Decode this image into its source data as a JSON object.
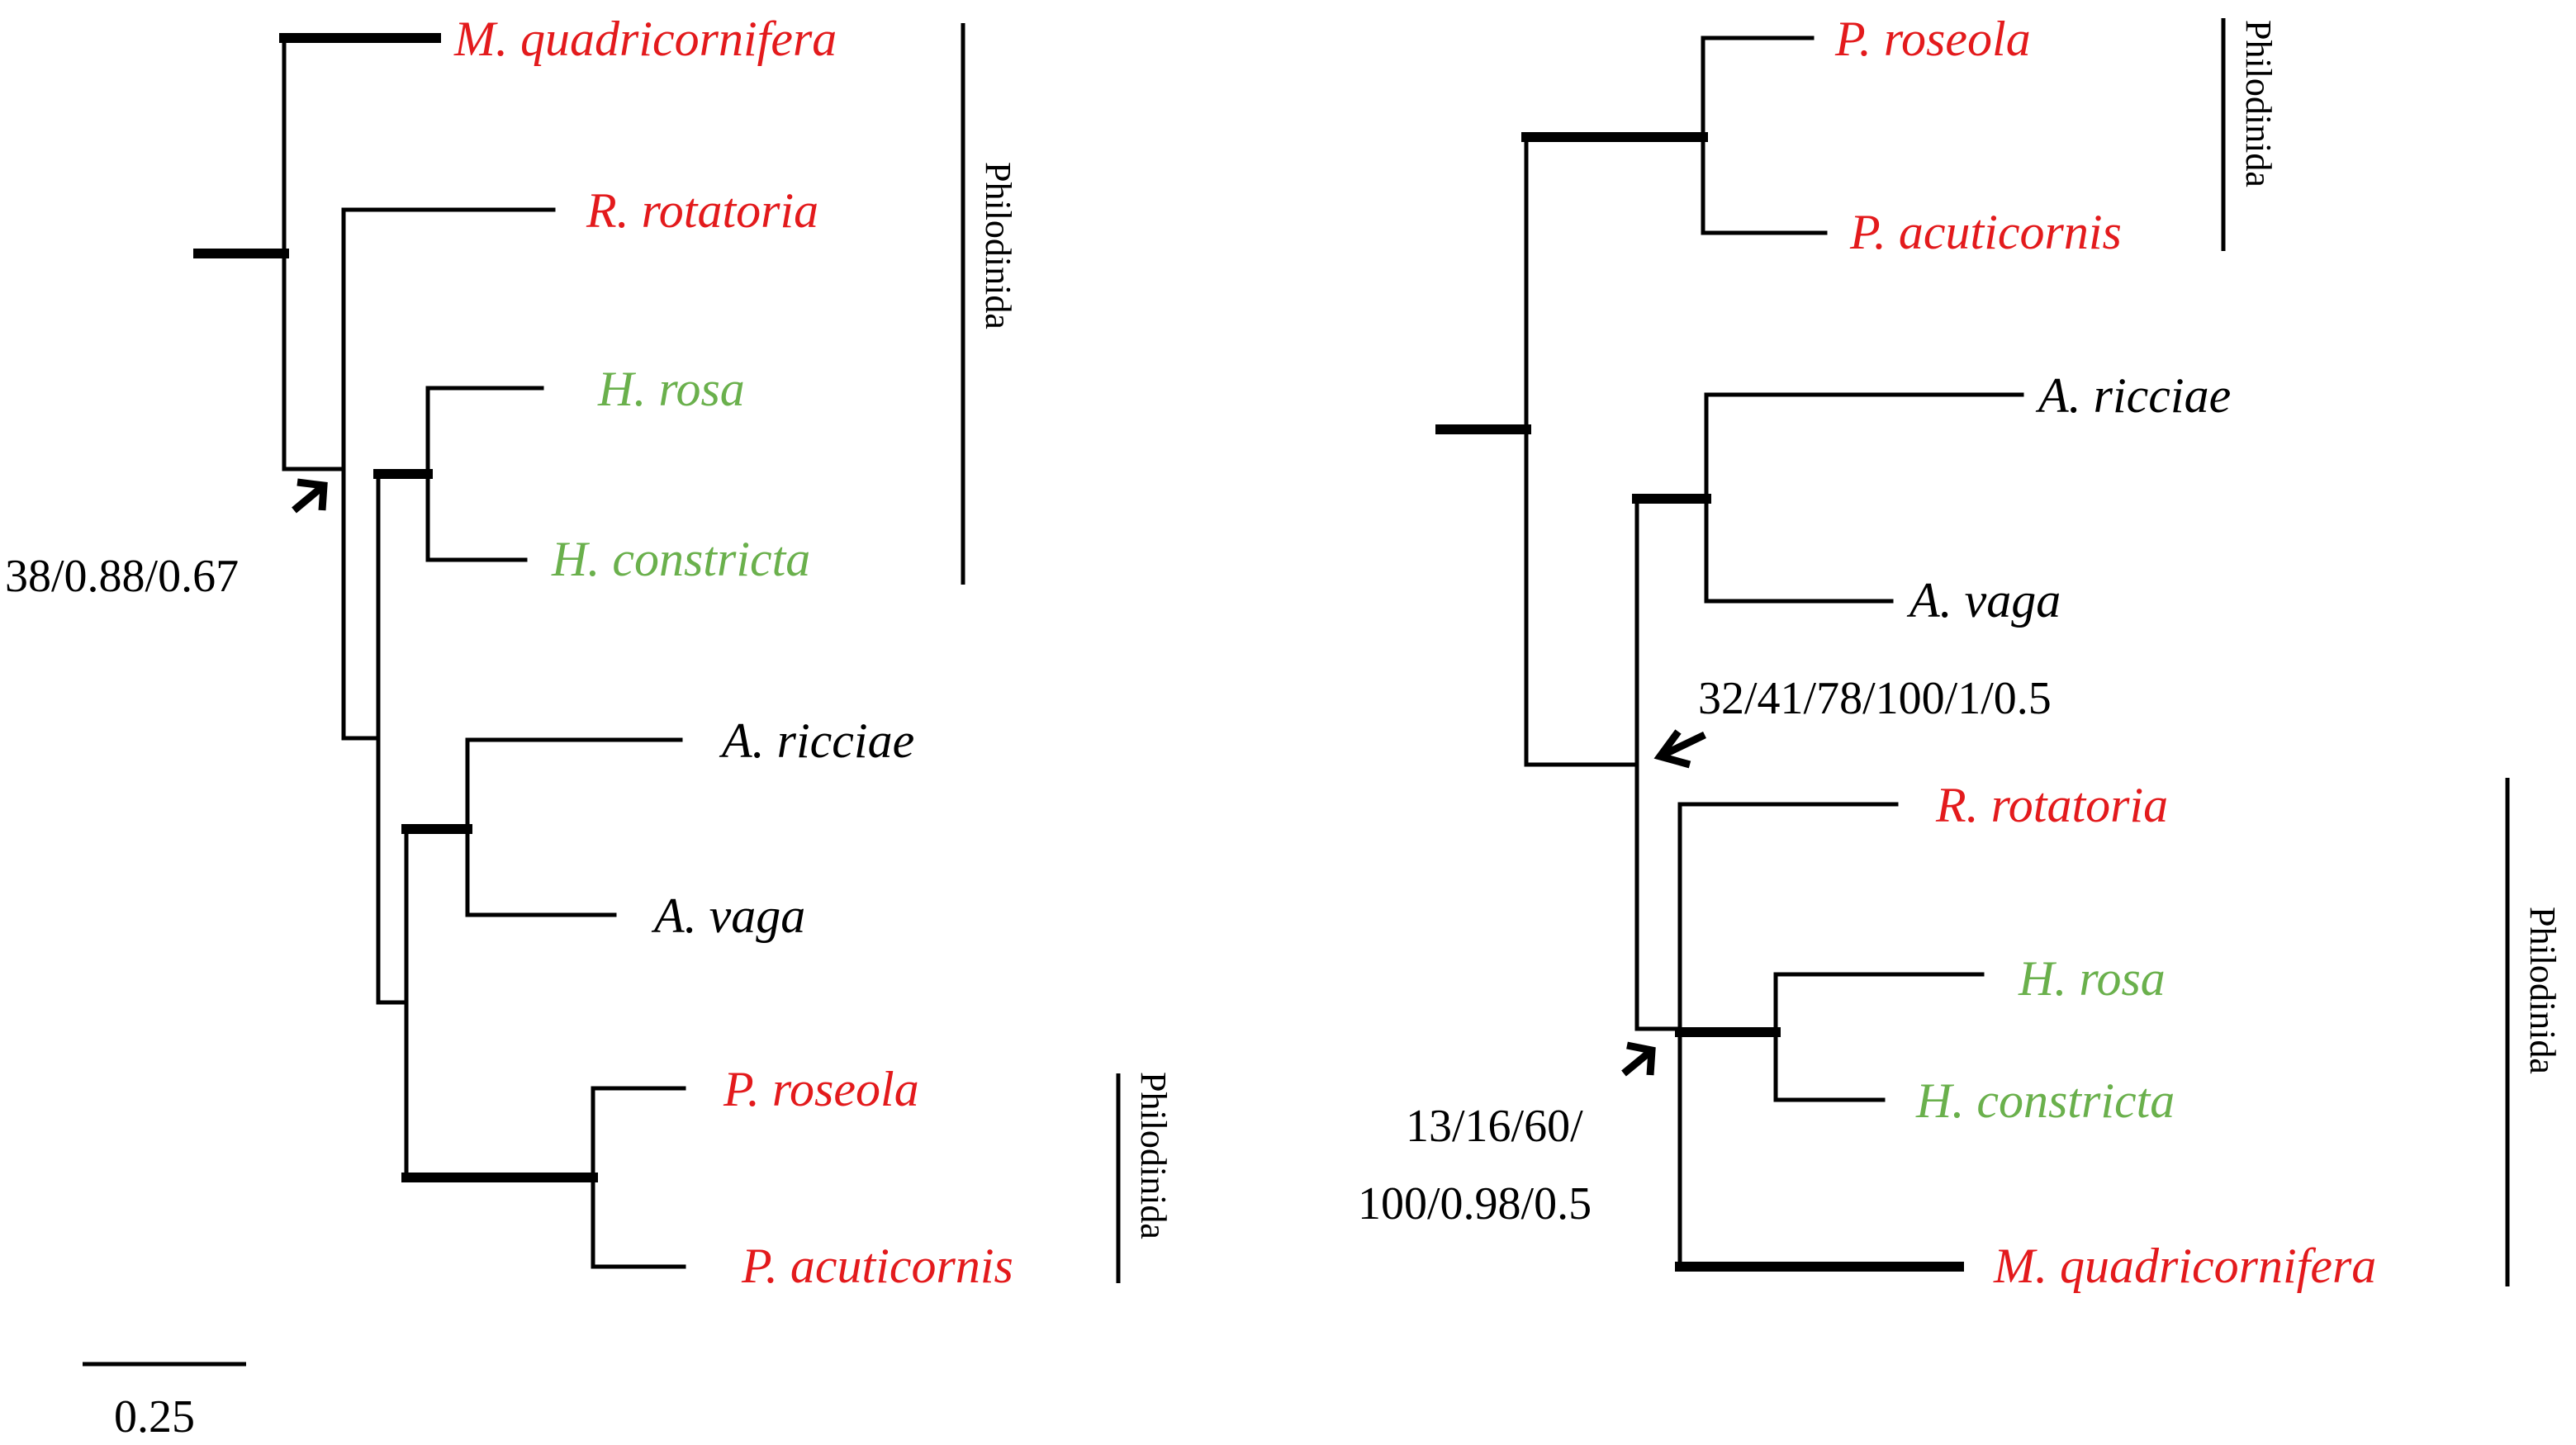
{
  "colors": {
    "philodinidae": "#e31a1c",
    "habrotrochidae": "#6ab04c",
    "adinetida": "#000000"
  },
  "left_tree": {
    "taxa": {
      "m_quadricornifera": "M. quadricornifera",
      "r_rotatoria": "R. rotatoria",
      "h_rosa": "H. rosa",
      "h_constricta": "H. constricta",
      "a_ricciae": "A. ricciae",
      "a_vaga": "A. vaga",
      "p_roseola": "P. roseola",
      "p_acuticornis": "P. acuticornis"
    },
    "support": "38/0.88/0.67",
    "clade_upper": "Philodinida",
    "clade_lower": "Philodinida"
  },
  "right_tree": {
    "taxa": {
      "p_roseola": "P. roseola",
      "p_acuticornis": "P. acuticornis",
      "a_ricciae": "A. ricciae",
      "a_vaga": "A. vaga",
      "r_rotatoria": "R. rotatoria",
      "h_rosa": "H. rosa",
      "h_constricta": "H. constricta",
      "m_quadricornifera": "M. quadricornifera"
    },
    "support_upper": "32/41/78/100/1/0.5",
    "support_lower_line1": "13/16/60/",
    "support_lower_line2": "100/0.98/0.5",
    "clade_upper": "Philodinida",
    "clade_lower": "Philodinida"
  },
  "scale_bar": {
    "label": "0.25"
  }
}
